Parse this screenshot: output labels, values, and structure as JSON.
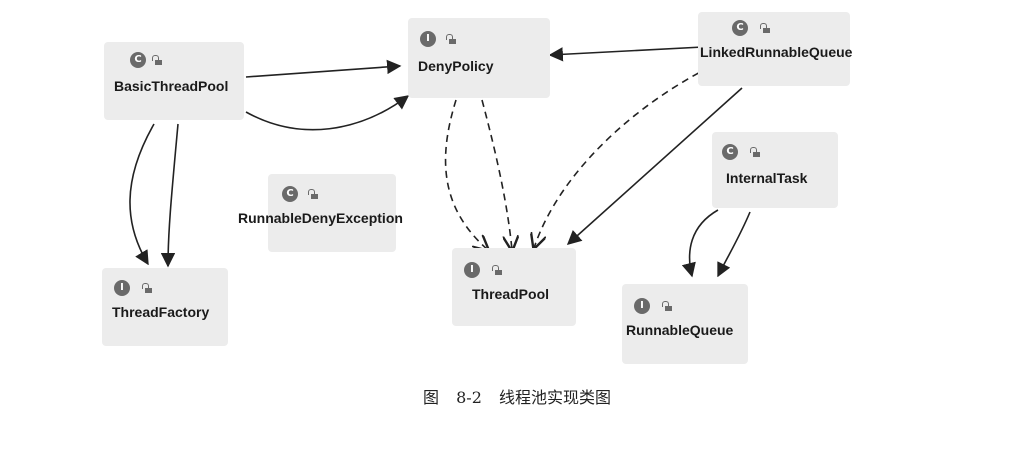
{
  "diagram": {
    "nodes": [
      {
        "id": "BasicThreadPool",
        "kind": "C",
        "label": "BasicThreadPool"
      },
      {
        "id": "DenyPolicy",
        "kind": "I",
        "label": "DenyPolicy"
      },
      {
        "id": "LinkedRunnableQueue",
        "kind": "C",
        "label": "LinkedRunnableQueue"
      },
      {
        "id": "RunnableDenyException",
        "kind": "C",
        "label": "RunnableDenyException"
      },
      {
        "id": "ThreadFactory",
        "kind": "I",
        "label": "ThreadFactory"
      },
      {
        "id": "ThreadPool",
        "kind": "I",
        "label": "ThreadPool"
      },
      {
        "id": "InternalTask",
        "kind": "C",
        "label": "InternalTask"
      },
      {
        "id": "RunnableQueue",
        "kind": "I",
        "label": "RunnableQueue"
      }
    ],
    "edges": [
      {
        "from": "BasicThreadPool",
        "to": "DenyPolicy",
        "style": "solid"
      },
      {
        "from": "BasicThreadPool",
        "to": "DenyPolicy",
        "style": "solid"
      },
      {
        "from": "BasicThreadPool",
        "to": "ThreadFactory",
        "style": "solid"
      },
      {
        "from": "BasicThreadPool",
        "to": "ThreadFactory",
        "style": "solid"
      },
      {
        "from": "LinkedRunnableQueue",
        "to": "DenyPolicy",
        "style": "solid"
      },
      {
        "from": "LinkedRunnableQueue",
        "to": "ThreadPool",
        "style": "dashed"
      },
      {
        "from": "LinkedRunnableQueue",
        "to": "ThreadPool",
        "style": "solid"
      },
      {
        "from": "DenyPolicy",
        "to": "ThreadPool",
        "style": "dashed"
      },
      {
        "from": "DenyPolicy",
        "to": "ThreadPool",
        "style": "dashed"
      },
      {
        "from": "InternalTask",
        "to": "RunnableQueue",
        "style": "solid"
      },
      {
        "from": "InternalTask",
        "to": "RunnableQueue",
        "style": "solid"
      }
    ]
  },
  "caption": "图 8-2 线程池实现类图",
  "colors": {
    "node_fill": "#ececec",
    "badge": "#6a6a6a",
    "edge": "#222222"
  }
}
